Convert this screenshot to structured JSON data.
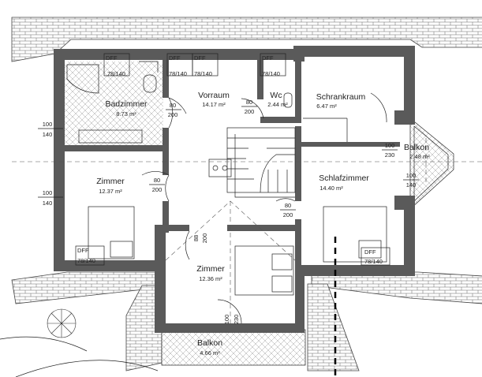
{
  "rooms": {
    "badzimmer": {
      "name": "Badzimmer",
      "area": "8.73 m²"
    },
    "vorraum": {
      "name": "Vorraum",
      "area": "14.17 m²"
    },
    "wc": {
      "name": "Wc",
      "area": "2.44 m²"
    },
    "schrankraum": {
      "name": "Schrankraum",
      "area": "6.47 m²"
    },
    "balkon_right": {
      "name": "Balkon",
      "area": "2.48 m²"
    },
    "zimmer_left": {
      "name": "Zimmer",
      "area": "12.37 m²"
    },
    "schlafzimmer": {
      "name": "Schlafzimmer",
      "area": "14.40 m²"
    },
    "zimmer_bottom": {
      "name": "Zimmer",
      "area": "12.36 m²"
    },
    "balkon_bottom": {
      "name": "Balkon",
      "area": "4.66 m²"
    }
  },
  "dimensions": {
    "door_80_200": {
      "width": "80",
      "height": "200"
    },
    "window_100_140": {
      "width": "100",
      "height": "140"
    },
    "window_100_230": {
      "width": "100",
      "height": "230"
    },
    "dff_78_140": {
      "label": "DFF",
      "size": "78/140"
    },
    "door_88_200": {
      "width": "88",
      "height": "200"
    }
  }
}
